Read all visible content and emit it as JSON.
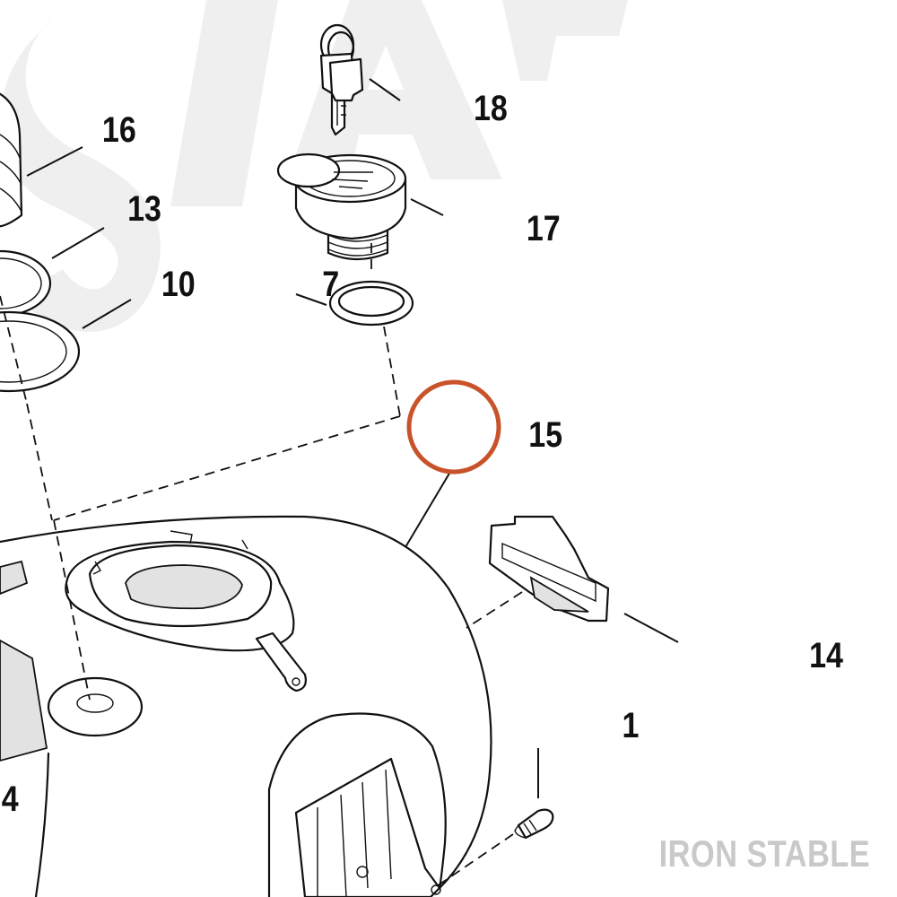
{
  "watermark": {
    "text": "IRON STABLE"
  },
  "callouts": {
    "c16": "16",
    "c13": "13",
    "c10": "10",
    "c18": "18",
    "c17": "17",
    "c7": "7",
    "c15": "15",
    "c14": "14",
    "c1": "1",
    "c4": "4"
  },
  "highlight": {
    "part": "15",
    "color": "#c8532a"
  },
  "colors": {
    "line": "#111111",
    "watermark_text": "#c9c9c9",
    "watermark_bg": "#efefef",
    "shade": "#e2e2e2"
  }
}
